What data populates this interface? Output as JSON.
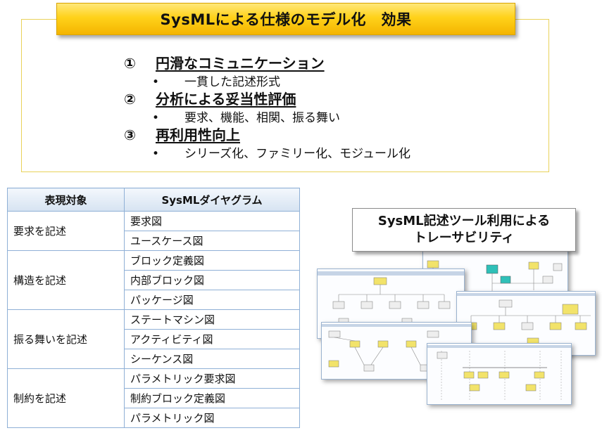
{
  "title": "SysMLによる仕様のモデル化　効果",
  "effects": [
    {
      "num": "①",
      "title": "円滑なコミュニケーション",
      "detail": "一貫した記述形式"
    },
    {
      "num": "②",
      "title": "分析による妥当性評価",
      "detail": "要求、機能、相関、振る舞い"
    },
    {
      "num": "③",
      "title": "再利用性向上",
      "detail": "シリーズ化、ファミリー化、モジュール化"
    }
  ],
  "bullet": "•",
  "table": {
    "headers": [
      "表現対象",
      "SysMLダイヤグラム"
    ],
    "groups": [
      {
        "target": "要求を記述",
        "diagrams": [
          "要求図",
          "ユースケース図"
        ]
      },
      {
        "target": "構造を記述",
        "diagrams": [
          "ブロック定義図",
          "内部ブロック図",
          "パッケージ図"
        ]
      },
      {
        "target": "振る舞いを記述",
        "diagrams": [
          "ステートマシン図",
          "アクティビティ図",
          "シーケンス図"
        ]
      },
      {
        "target": "制約を記述",
        "diagrams": [
          "パラメトリック要求図",
          "制約ブロック定義図",
          "パラメトリック図"
        ]
      }
    ]
  },
  "trace_label": {
    "line1": "SysML記述ツール利用による",
    "line2": "トレーサビリティ"
  },
  "colors": {
    "banner": "#ffd21a",
    "box_border": "#e9d25a",
    "table_border": "#8fb0d6",
    "diagram_yellow": "#f2e36a",
    "diagram_teal": "#2fc0b8"
  }
}
